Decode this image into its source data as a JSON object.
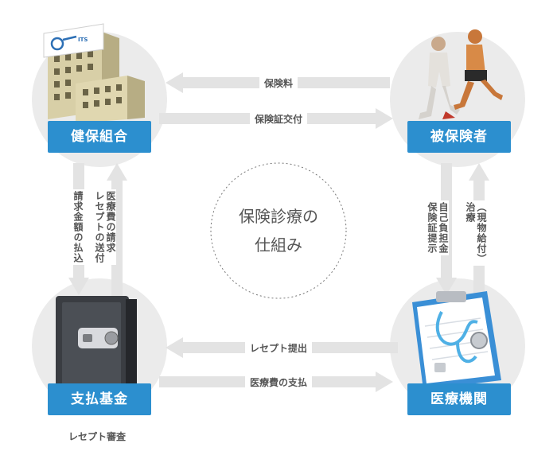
{
  "nodes": {
    "kenpo": "健保組合",
    "hihokensha": "被保険者",
    "shiharai": "支払基金",
    "iryo": "医療機関"
  },
  "building_sign": "ITS",
  "shiharai_note": "レセプト審査",
  "center": {
    "line1": "保険診療の",
    "line2": "仕組み"
  },
  "flows": {
    "hokenryo": "保険料",
    "hokensho": "保険証交付",
    "seikyu_harai": "請求金額の払込",
    "iryohi_seikyu_l1": "医療費の請求",
    "iryohi_seikyu_l2": "レセプトの送付",
    "jiko_futan_l1": "自己負担金",
    "jiko_futan_l2": "保険証提示",
    "genbutsu_l1": "（現物給付）",
    "genbutsu_l2": "治療",
    "receipt_teishutsu": "レセプト提出",
    "iryohi_shiharai": "医療費の支払"
  },
  "colors": {
    "node_blue": "#2c8fcf",
    "arrow_gray": "#e3e3e3",
    "circle_gray": "#ebebeb",
    "text_gray": "#555555"
  }
}
